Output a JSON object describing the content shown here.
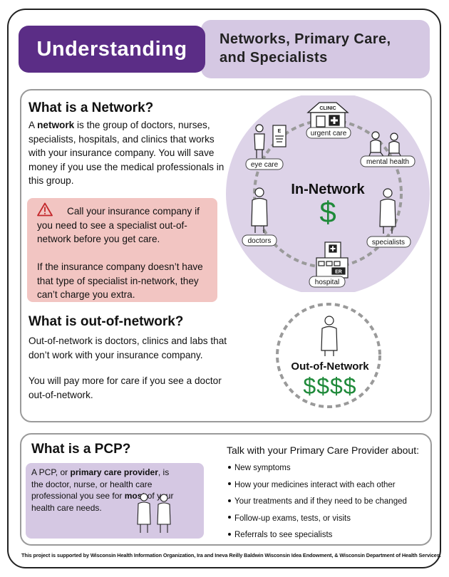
{
  "header": {
    "title_left": "Understanding",
    "title_right_line1": "Networks, Primary Care,",
    "title_right_line2": "and Specialists"
  },
  "network": {
    "heading": "What is a Network?",
    "para_before": "A ",
    "para_bold": "network",
    "para_after": " is the group of doctors, nurses, specialists, hospitals, and clinics that works with your insurance company. You will save money if you use the medical professionals in this group.",
    "warning_line1": "Call your insurance company if you need to see a specialist out-of-network before you get care.",
    "warning_line2": "If the insurance company doesn’t have that type of specialist in-network, they can’t charge you extra."
  },
  "in_network_diagram": {
    "center_label": "In-Network",
    "center_symbol": "$",
    "clinic_sign": "CLINIC",
    "er_sign": "ER",
    "nodes": {
      "urgent_care": "urgent care",
      "mental_health": "mental health",
      "specialists": "specialists",
      "hospital": "hospital",
      "doctors": "doctors",
      "eye_care": "eye care"
    },
    "colors": {
      "circle_fill": "#ddd3e8",
      "dollar_green": "#1f8a3a",
      "dash_gray": "#9a9a9a"
    }
  },
  "out_network": {
    "heading": "What is out-of-network?",
    "para1": "Out-of-network is doctors, clinics and labs that don’t work with your insurance company.",
    "para2": "You will pay more for care if you see a doctor out-of-network.",
    "diagram_label": "Out-of-Network",
    "diagram_symbols": "$$$$"
  },
  "pcp": {
    "heading": "What is a PCP?",
    "text_a": "A PCP, or ",
    "text_b": "primary care provider",
    "text_c": ", is the doctor, nurse, or health care professional you see for ",
    "text_d": "most",
    "text_e": " of your health care needs.",
    "talk_title": "Talk with your Primary Care Provider about:",
    "talk_items": [
      "New symptoms",
      "How your medicines interact with each other",
      "Your treatments and if they need to be changed",
      "Follow-up exams, tests, or visits",
      "Referrals to see specialists"
    ]
  },
  "footer": "This project is supported by Wisconsin Health Information Organization, Ira and Ineva Reilly Baldwin Wisconsin Idea Endowment, & Wisconsin Department of Health Services."
}
